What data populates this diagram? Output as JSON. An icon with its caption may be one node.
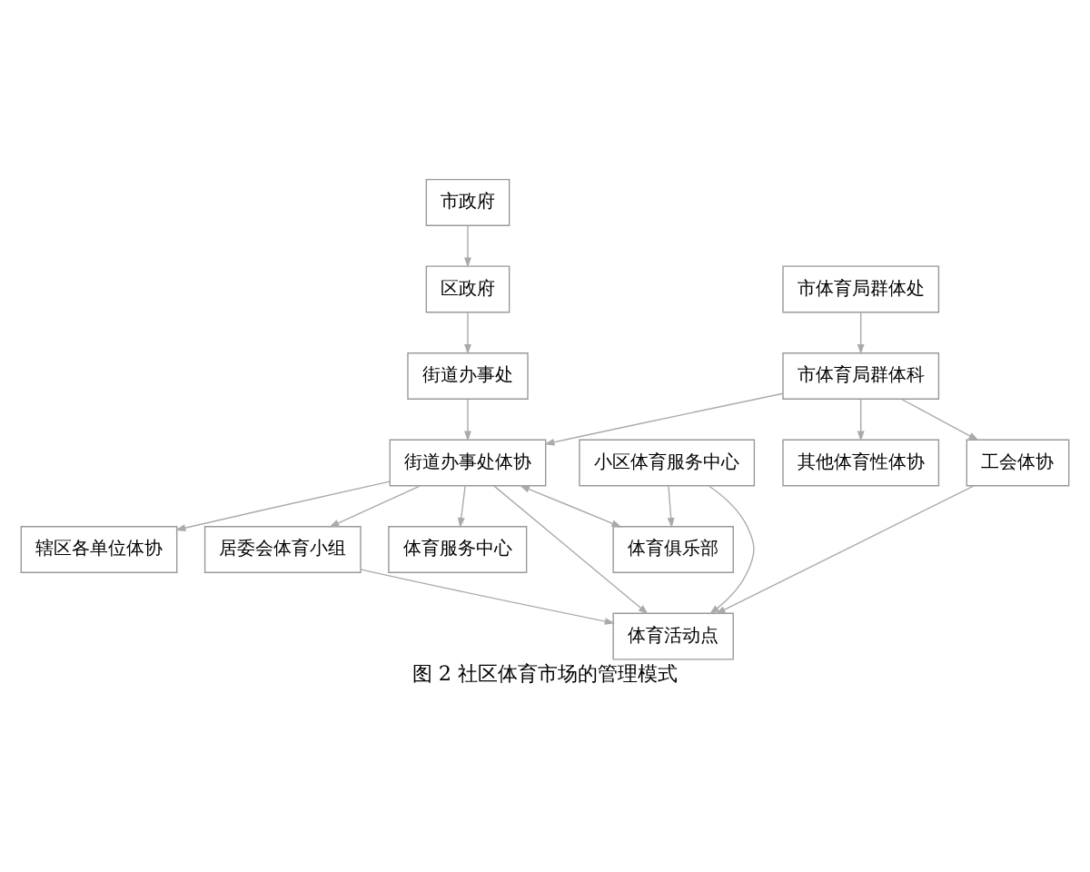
{
  "diagram": {
    "caption": "图 2 社区体育市场的管理模式",
    "nodes": [
      {
        "text": [
          "市政府"
        ]
      },
      {
        "text": [
          "区政府"
        ]
      },
      {
        "text": [
          "街道办事处"
        ]
      },
      {
        "text": [
          "市体育局群体处"
        ]
      },
      {
        "text": [
          "市体育局群体科"
        ]
      },
      {
        "text": [
          "街道办事处体协"
        ]
      },
      {
        "text": [
          "其他体育性体协"
        ]
      },
      {
        "text": [
          "小区体育服务中心"
        ]
      },
      {
        "text": [
          "辖区各单位体协"
        ]
      },
      {
        "text": [
          "体育俱乐部"
        ]
      },
      {
        "text": [
          "居委会体育小组"
        ]
      },
      {
        "text": [
          "工会体协"
        ]
      },
      {
        "text": [
          "体育服务中心"
        ]
      },
      {
        "text": [
          "体育活动点"
        ]
      }
    ],
    "edges": [
      {
        "from": 0,
        "to": 1,
        "arrow": "to"
      },
      {
        "from": 1,
        "to": 2,
        "arrow": "to"
      },
      {
        "from": 2,
        "to": 5,
        "arrow": "to"
      },
      {
        "from": 3,
        "to": 4,
        "arrow": "to"
      },
      {
        "from": 4,
        "to": 5,
        "arrow": "to"
      },
      {
        "from": 4,
        "to": 6,
        "arrow": "to"
      },
      {
        "from": 4,
        "to": 11,
        "arrow": "to"
      },
      {
        "from": 5,
        "to": 8,
        "arrow": "to"
      },
      {
        "from": 5,
        "to": 12,
        "arrow": "to"
      },
      {
        "from": 5,
        "to": 9,
        "arrow": "both"
      },
      {
        "from": 5,
        "to": 10,
        "arrow": "to"
      },
      {
        "from": 5,
        "to": 13,
        "arrow": "to"
      },
      {
        "from": 7,
        "to": 9,
        "arrow": "to"
      },
      {
        "from": 7,
        "to": 13,
        "arrow": "to"
      },
      {
        "from": 10,
        "to": 13,
        "arrow": "to"
      },
      {
        "from": 11,
        "to": 13,
        "arrow": "to"
      }
    ]
  }
}
